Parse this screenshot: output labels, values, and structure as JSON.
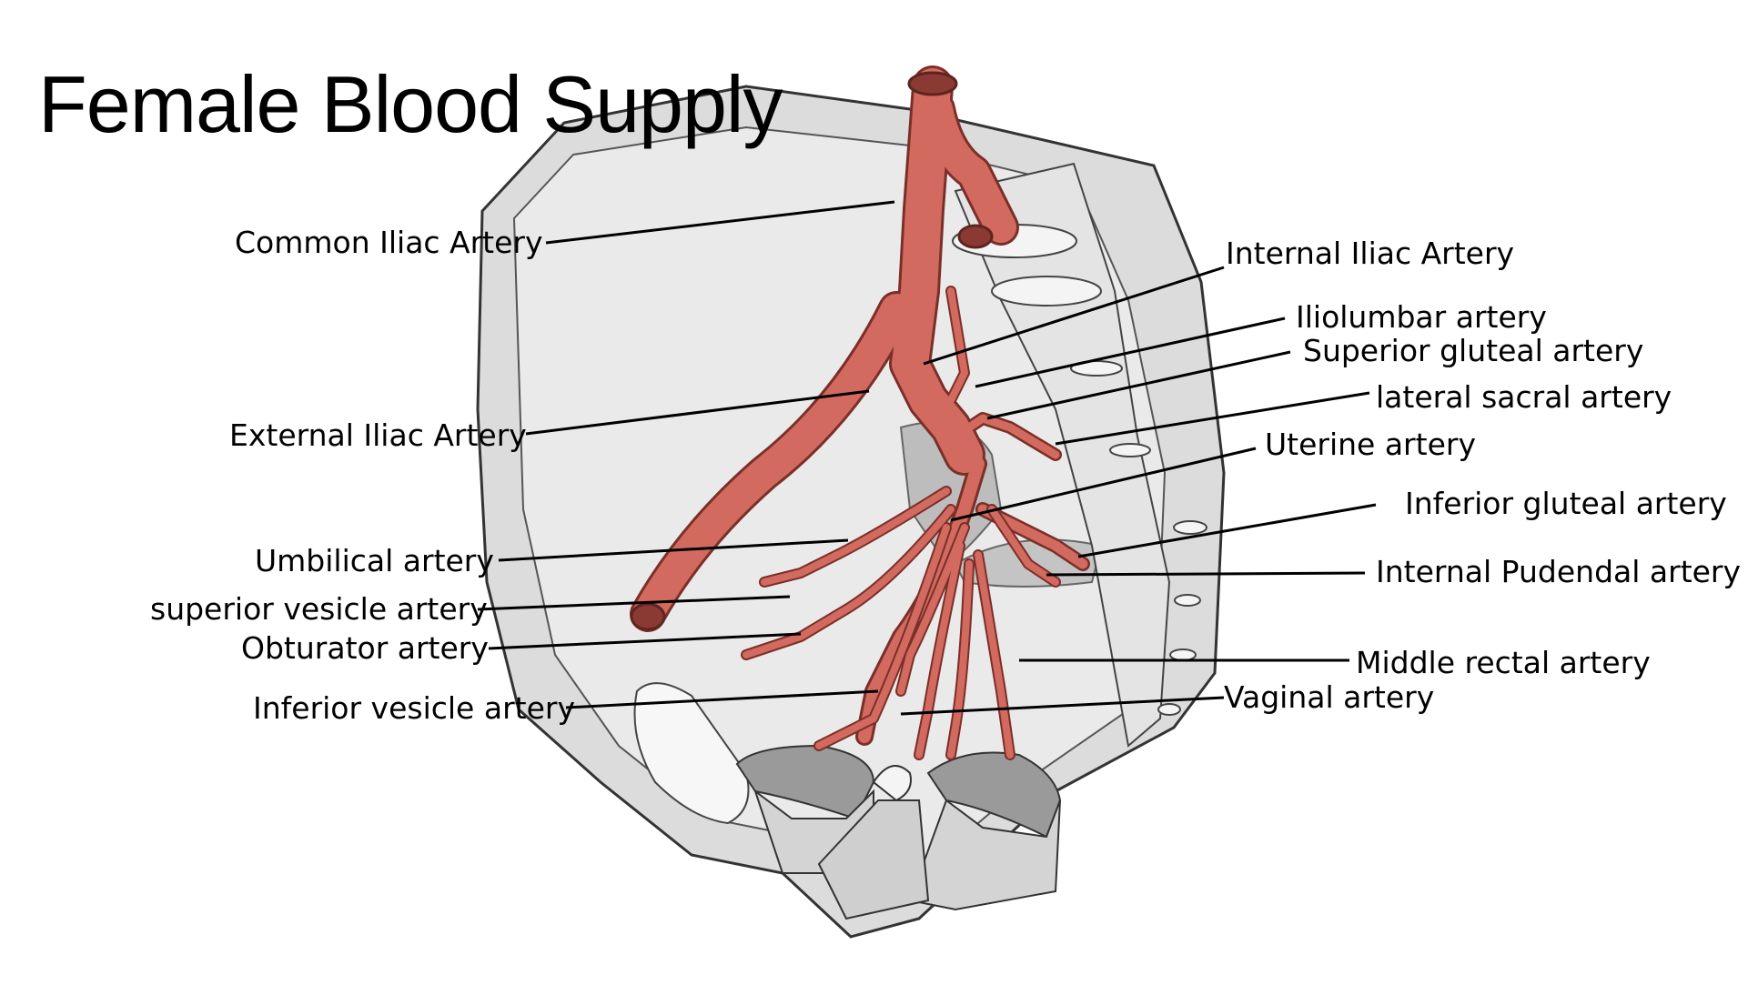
{
  "title": "Female Blood Supply",
  "colors": {
    "artery": "#d26a5f",
    "artery_edge": "#7a2f28",
    "tissue": "#dcdcdc",
    "tissue_light": "#eeeeee",
    "leader": "#000000"
  },
  "labels": {
    "common_iliac": "Common Iliac Artery",
    "internal_iliac": "Internal Iliac Artery",
    "iliolumbar": "Iliolumbar artery",
    "superior_gluteal": "Superior gluteal artery",
    "lateral_sacral": "lateral sacral artery",
    "external_iliac": "External Iliac Artery",
    "uterine": "Uterine artery",
    "inferior_gluteal": "Inferior gluteal artery",
    "umbilical": "Umbilical artery",
    "internal_pudendal": "Internal Pudendal artery",
    "superior_vesicle": "superior vesicle artery",
    "obturator": "Obturator artery",
    "middle_rectal": "Middle rectal artery",
    "vaginal": "Vaginal artery",
    "inferior_vesicle": "Inferior vesicle artery"
  }
}
